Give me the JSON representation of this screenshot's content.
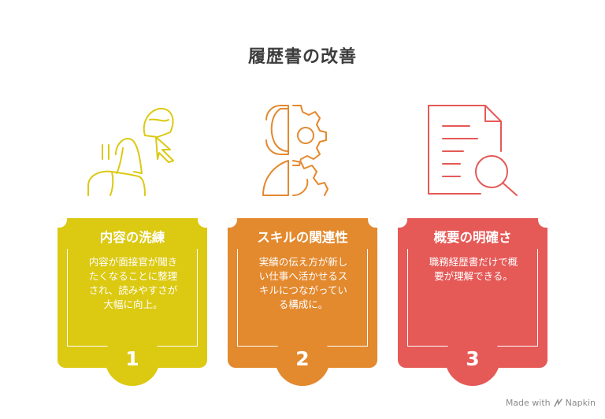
{
  "title": "履歴書の改善",
  "colors": {
    "yellow": "#dcc912",
    "orange": "#e3892e",
    "red": "#e55957"
  },
  "steps": [
    {
      "number": "1",
      "heading": "内容の洗練",
      "lines": [
        "内容が面接官が聞き",
        "たくなることに整理",
        "され、読みやすさが",
        "大幅に向上。"
      ],
      "icon": "person-cursor-icon"
    },
    {
      "number": "2",
      "heading": "スキルの関連性",
      "lines": [
        "実績の伝え方が新し",
        "い仕事へ活かせるス",
        "キルにつながってい",
        "る構成に。"
      ],
      "icon": "head-gears-icon"
    },
    {
      "number": "3",
      "heading": "概要の明確さ",
      "lines": [
        "職務経歴書だけで概",
        "要が理解できる。"
      ],
      "icon": "document-magnifier-icon"
    }
  ],
  "footer": {
    "made_with": "Made with",
    "brand": "Napkin"
  }
}
